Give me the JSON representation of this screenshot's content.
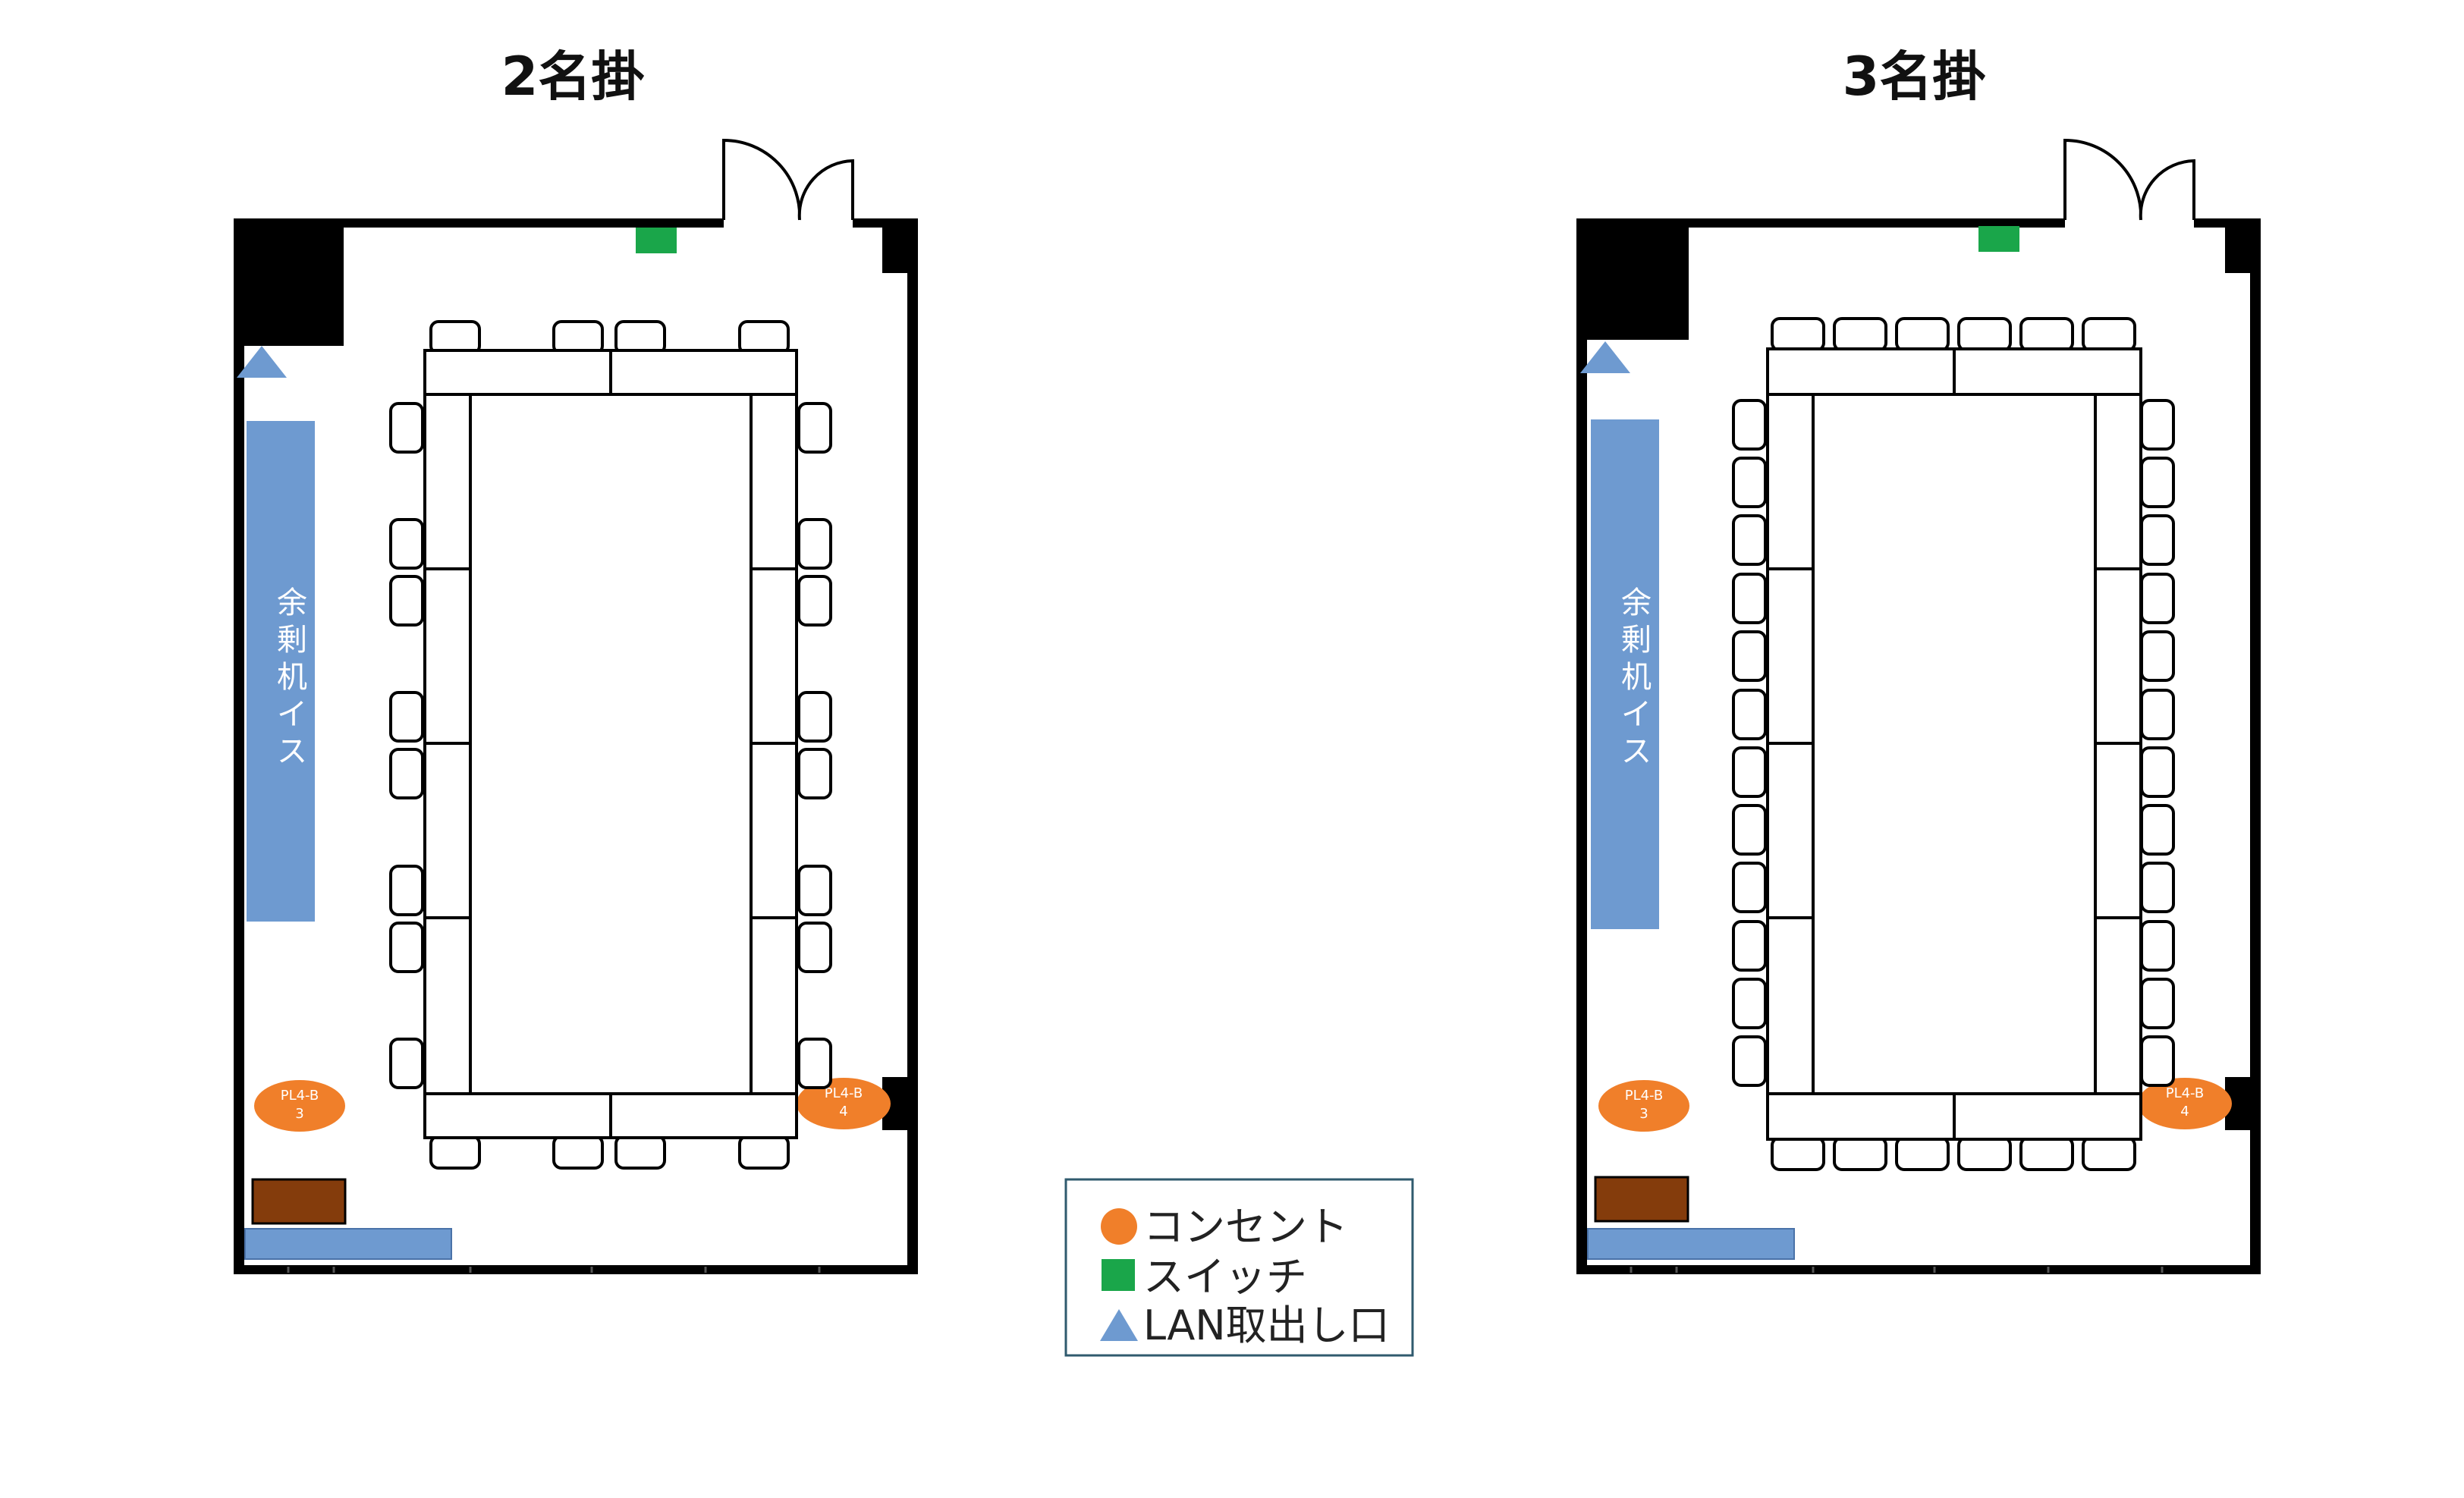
{
  "plans": [
    {
      "title": "2名掛",
      "spare_label": [
        "余",
        "剰",
        "机",
        "イ",
        "ス"
      ],
      "outlets": [
        {
          "label_lines": [
            "PL4-B",
            "3"
          ]
        },
        {
          "label_lines": [
            "PL4-B",
            "4"
          ]
        }
      ]
    },
    {
      "title": "3名掛",
      "spare_label": [
        "余",
        "剰",
        "机",
        "イ",
        "ス"
      ],
      "outlets": [
        {
          "label_lines": [
            "PL4-B",
            "3"
          ]
        },
        {
          "label_lines": [
            "PL4-B",
            "4"
          ]
        }
      ]
    }
  ],
  "legend": {
    "items": [
      {
        "shape": "circle",
        "color": "#f07f2a",
        "label": "コンセント"
      },
      {
        "shape": "square",
        "color": "#1aa64a",
        "label": "スイッチ"
      },
      {
        "shape": "triangle",
        "color": "#6e9ad0",
        "label": "LAN取出し口"
      }
    ]
  },
  "colors": {
    "outlet": "#f07f2a",
    "switch": "#1aa64a",
    "lan": "#6e9ad0",
    "spare_area": "#6e9ad0",
    "counter": "#843c0c",
    "wall": "#000000",
    "legend_border": "#2f5a6e"
  }
}
